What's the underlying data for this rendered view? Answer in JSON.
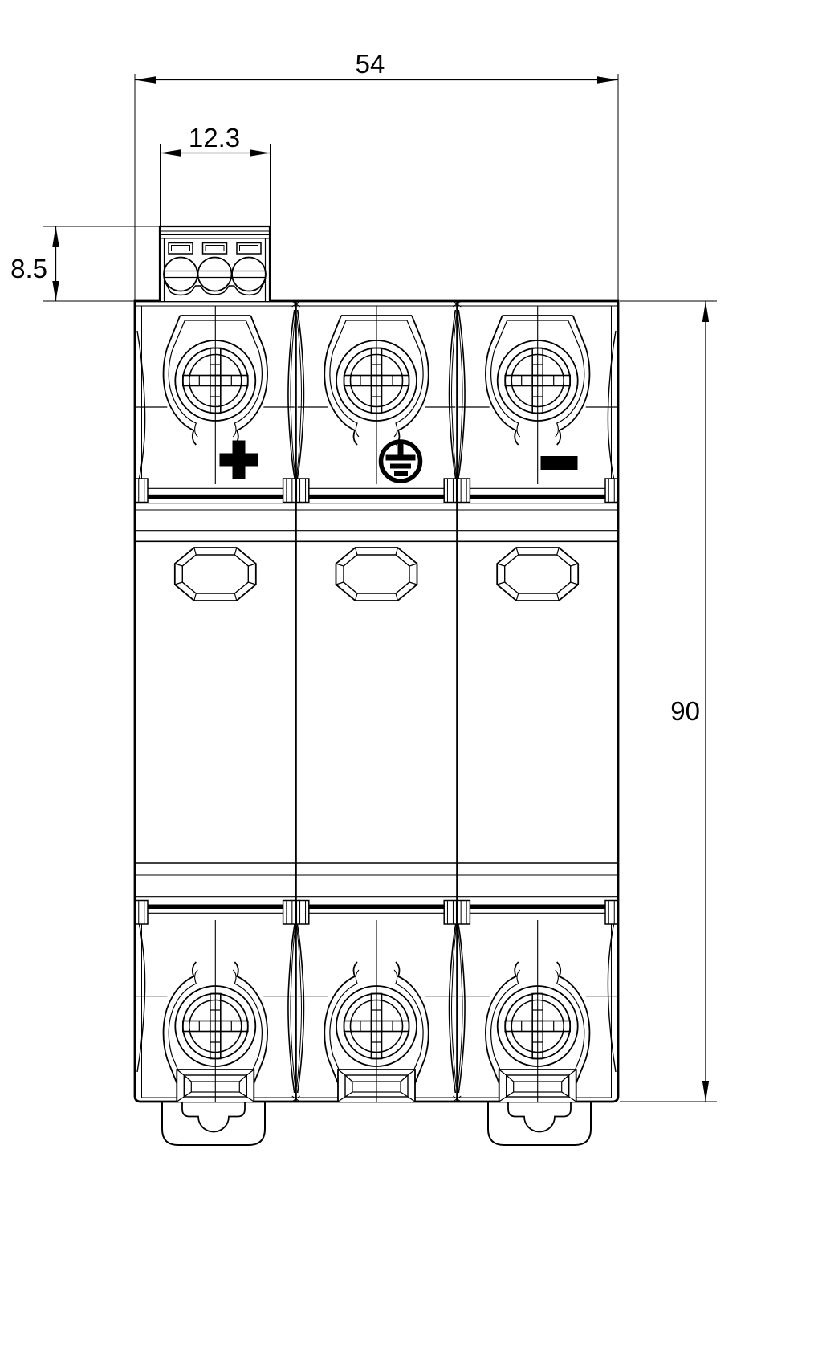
{
  "page": {
    "background": "#ffffff",
    "line_color": "#000000"
  },
  "drawing": {
    "kind": "engineering-dimension-drawing",
    "view": "front",
    "subject": "3-pole DIN-rail mounted surge protective device",
    "units_implied": "mm"
  },
  "dimensions": {
    "overall_width": {
      "label": "54"
    },
    "connector_width": {
      "label": "12.3"
    },
    "connector_height": {
      "label": "8.5"
    },
    "body_height": {
      "label": "90"
    }
  },
  "modules": [
    {
      "id": 1,
      "polarity": "+",
      "symbol": "plus-polarity-icon"
    },
    {
      "id": 2,
      "polarity": "PE",
      "symbol": "protective-earth-icon"
    },
    {
      "id": 3,
      "polarity": "-",
      "symbol": "minus-polarity-icon"
    }
  ],
  "components": {
    "top_terminal_block": {
      "slots": 3,
      "screws": 3
    },
    "screw_terminals_top": 3,
    "screw_terminals_bottom": 3,
    "indicator_windows": 3,
    "din_rail_clips": 2
  }
}
